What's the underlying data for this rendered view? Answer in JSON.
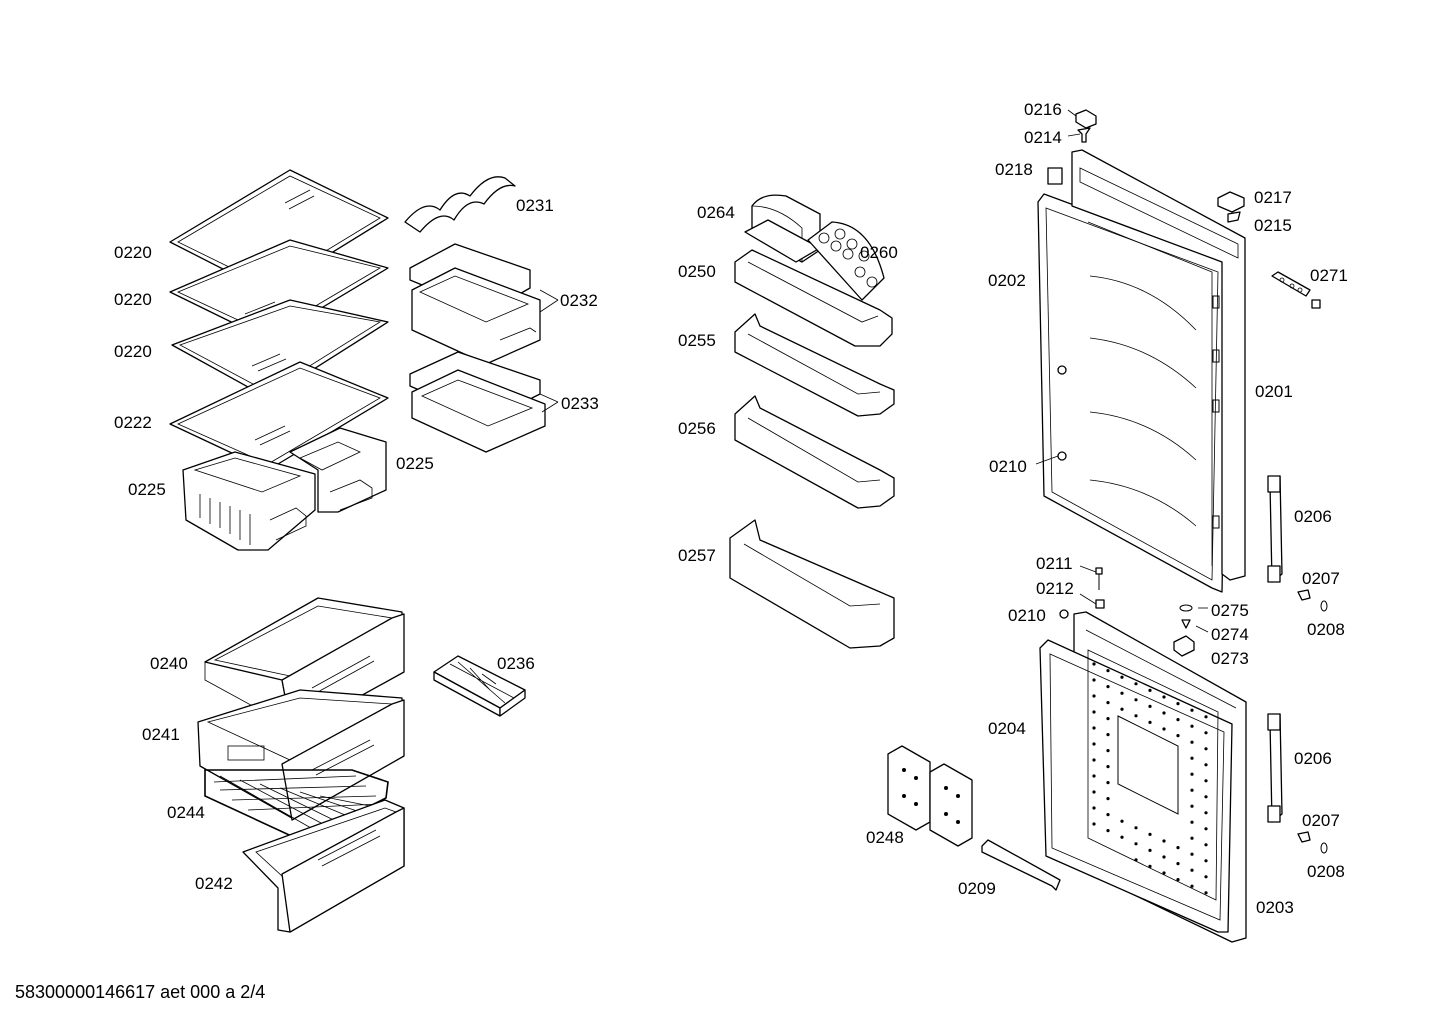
{
  "labels": {
    "l0220a": "0220",
    "l0220b": "0220",
    "l0220c": "0220",
    "l0222": "0222",
    "l0225a": "0225",
    "l0225b": "0225",
    "l0231": "0231",
    "l0232": "0232",
    "l0233": "0233",
    "l0240": "0240",
    "l0241": "0241",
    "l0244": "0244",
    "l0242": "0242",
    "l0236": "0236",
    "l0264": "0264",
    "l0260": "0260",
    "l0250": "0250",
    "l0255": "0255",
    "l0256": "0256",
    "l0257": "0257",
    "l0216": "0216",
    "l0214": "0214",
    "l0218": "0218",
    "l0217": "0217",
    "l0215": "0215",
    "l0202": "0202",
    "l0271": "0271",
    "l0201": "0201",
    "l0210a": "0210",
    "l0206a": "0206",
    "l0211": "0211",
    "l0207a": "0207",
    "l0212": "0212",
    "l0210b": "0210",
    "l0275": "0275",
    "l0208a": "0208",
    "l0274": "0274",
    "l0273": "0273",
    "l0204": "0204",
    "l0206b": "0206",
    "l0207b": "0207",
    "l0248": "0248",
    "l0208b": "0208",
    "l0209": "0209",
    "l0203": "0203"
  },
  "footer": "58300000146617 aet 000 a 2/4"
}
